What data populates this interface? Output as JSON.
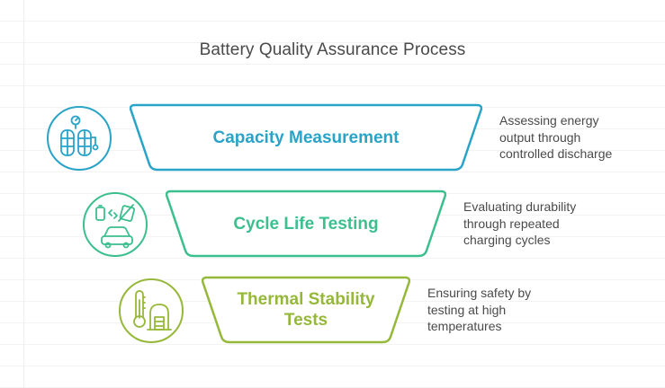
{
  "title": "Battery Quality Assurance Process",
  "colors": {
    "stage1": "#29a4c8",
    "stage2": "#3cbf8e",
    "stage3": "#96b83a",
    "text": "#4a4a4a"
  },
  "stages": [
    {
      "label": "Capacity Measurement",
      "description": "Assessing energy\noutput through\ncontrolled discharge",
      "icon": "battery-gauge-icon"
    },
    {
      "label": "Cycle Life Testing",
      "description": "Evaluating durability\nthrough repeated\ncharging cycles",
      "icon": "ev-charging-icon"
    },
    {
      "label": "Thermal Stability\nTests",
      "description": "Ensuring safety by\ntesting at high\ntemperatures",
      "icon": "thermometer-icon"
    }
  ]
}
